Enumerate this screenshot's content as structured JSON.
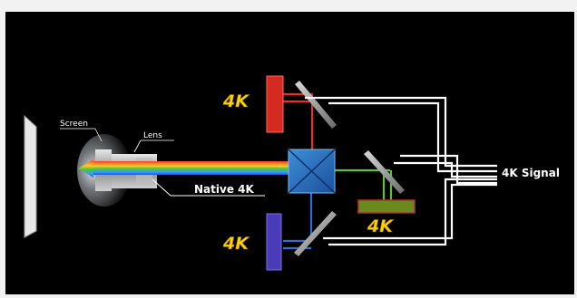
{
  "labels": {
    "screen": "Screen",
    "lens": "Lens",
    "native": "Native 4K",
    "signal": "4K Signal",
    "panel_red": "4K",
    "panel_green": "4K",
    "panel_blue": "4K"
  },
  "colors": {
    "background_outer": "#f2f2f2",
    "background_inner": "#000000",
    "red": "#e8302a",
    "green": "#5cc23a",
    "blue": "#2e6fd1",
    "badge": "#ffd200",
    "wire": "#ffffff"
  }
}
